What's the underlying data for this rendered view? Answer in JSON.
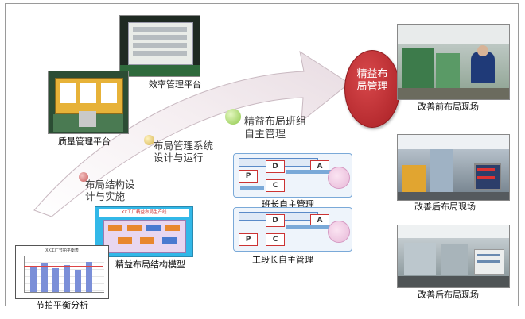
{
  "center": {
    "label": "精益布局管理"
  },
  "steps": [
    {
      "label": "布局结构设计与实施"
    },
    {
      "label": "布局管理系统设计与运行"
    },
    {
      "label": "精益布局班组自主管理"
    }
  ],
  "captions": {
    "efficiency": "效率管理平台",
    "quality": "质量管理平台",
    "model": "精益布局结构模型",
    "rhythm": "节拍平衡分析",
    "team_leader": "班长自主管理",
    "section_leader": "工段长自主管理",
    "before": "改善前布局现场",
    "after1": "改善后布局现场",
    "after2": "改善后布局现场"
  },
  "model_panel": {
    "title": "XX工厂精益布局生产线"
  },
  "rhythm_panel": {
    "title": "XX工厂节拍平衡表"
  },
  "pdca": {
    "p": "P",
    "d": "D",
    "c": "C",
    "a": "A"
  },
  "colors": {
    "center_fill": "#c0282c",
    "arrow_light": "#ffffff",
    "arrow_dark": "#ebe0e6",
    "ball_red": "#c85a5a",
    "ball_gold": "#d4b14a",
    "ball_green": "#8ec84a"
  }
}
